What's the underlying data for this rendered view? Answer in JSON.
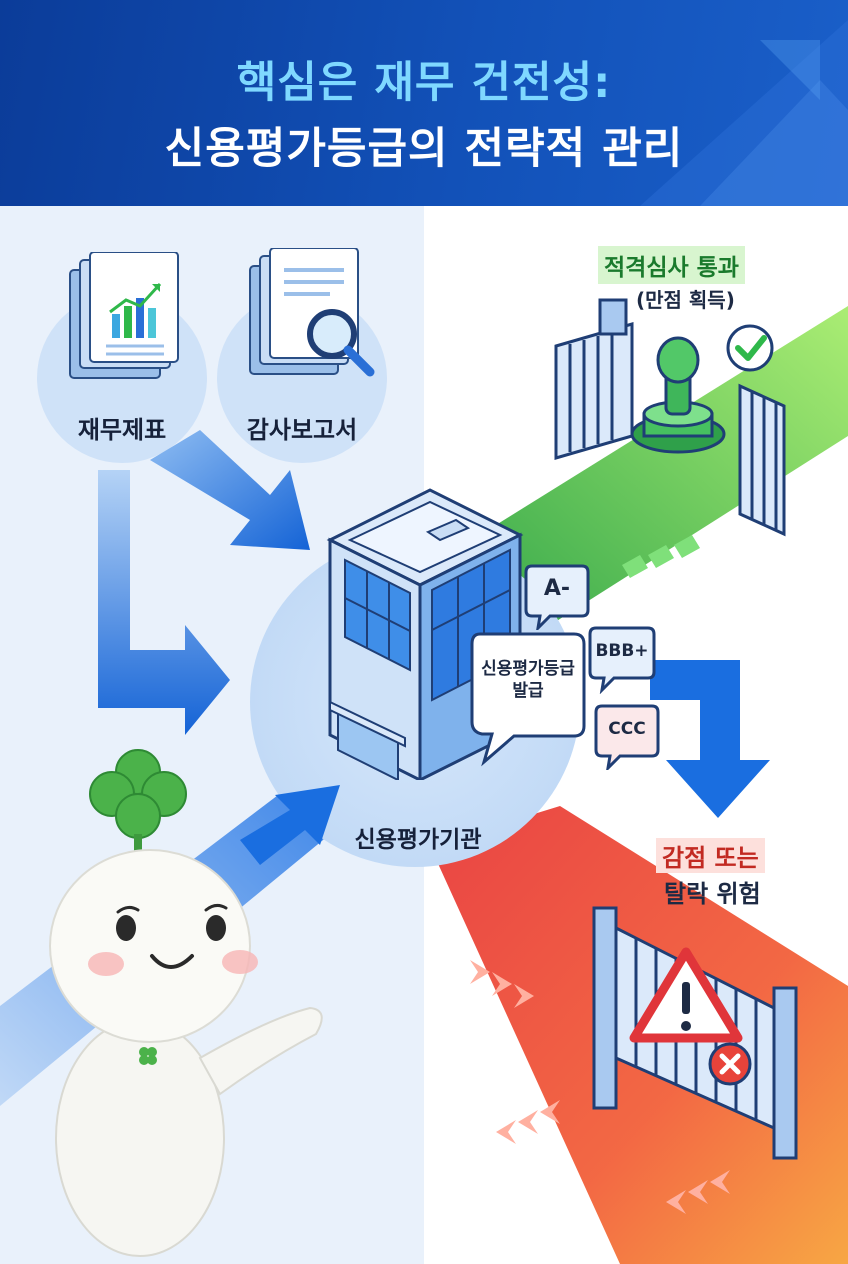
{
  "header": {
    "title_line1": "핵심은 재무 건전성:",
    "title_line2": "신용평가등급의 전략적 관리"
  },
  "inputs": {
    "financial_statements": "재무제표",
    "audit_report": "감사보고서"
  },
  "agency": {
    "label": "신용평가기관",
    "issue_bubble": [
      "신용평가등급",
      "발급"
    ]
  },
  "ratings": [
    "A-",
    "BBB+",
    "CCC"
  ],
  "outcomes": {
    "pass_title": "적격심사 통과",
    "pass_subtitle": "(만점 획득)",
    "fail_line1": "감점 또는",
    "fail_line2": "탈락 위험"
  },
  "colors": {
    "header": "#0b3c99",
    "pass": "#2fb84a",
    "fail": "#e8433a",
    "flow": "#1a6ee0"
  }
}
